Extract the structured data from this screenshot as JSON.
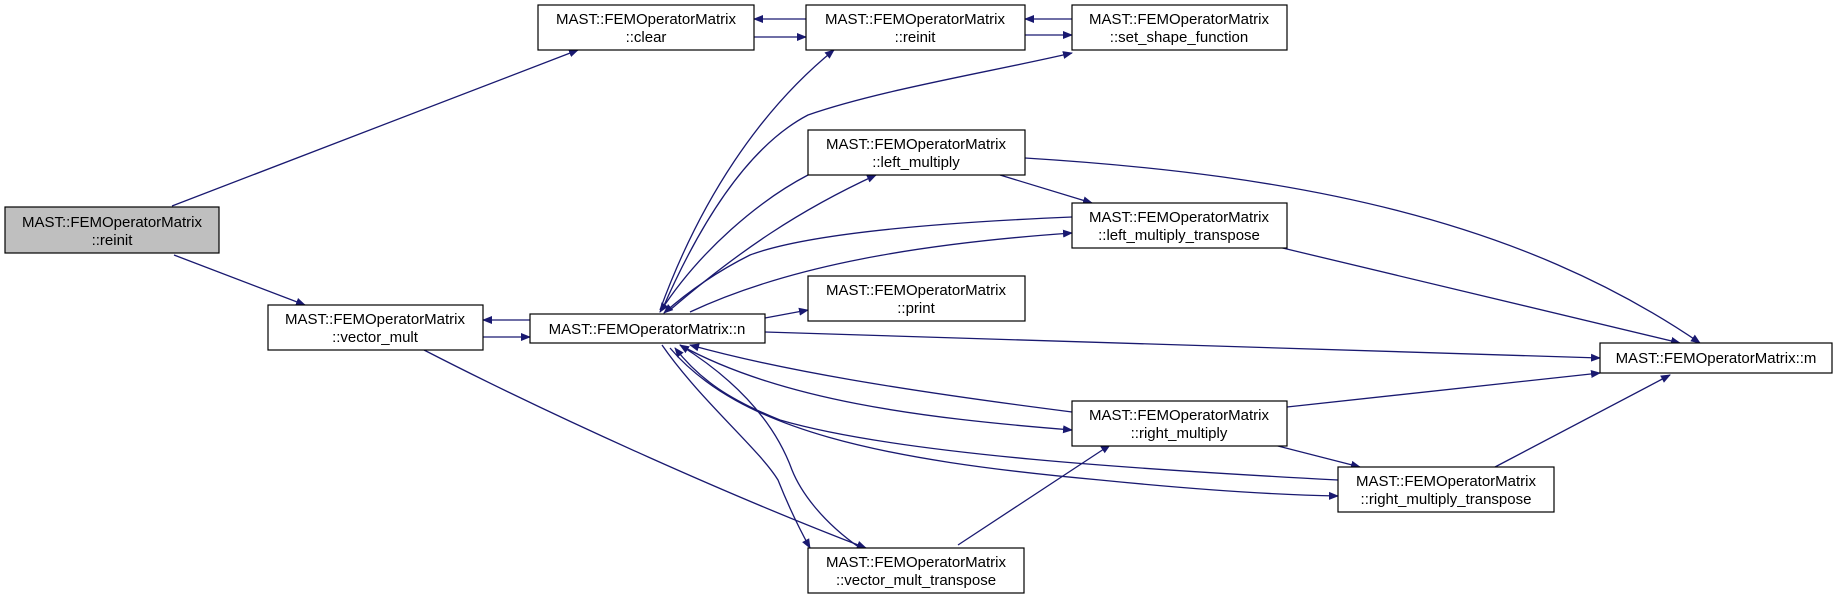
{
  "colors": {
    "edge": "#191970",
    "node_border": "#000000",
    "node_fill": "#ffffff",
    "highlight_fill": "#bfbfbf"
  },
  "nodes": {
    "root_reinit": {
      "line1": "MAST::FEMOperatorMatrix",
      "line2": "::reinit",
      "highlight": true
    },
    "clear": {
      "line1": "MAST::FEMOperatorMatrix",
      "line2": "::clear"
    },
    "reinit": {
      "line1": "MAST::FEMOperatorMatrix",
      "line2": "::reinit"
    },
    "set_shape_function": {
      "line1": "MAST::FEMOperatorMatrix",
      "line2": "::set_shape_function"
    },
    "vector_mult": {
      "line1": "MAST::FEMOperatorMatrix",
      "line2": "::vector_mult"
    },
    "n": {
      "line1": "MAST::FEMOperatorMatrix::n"
    },
    "left_multiply": {
      "line1": "MAST::FEMOperatorMatrix",
      "line2": "::left_multiply"
    },
    "left_multiply_transpose": {
      "line1": "MAST::FEMOperatorMatrix",
      "line2": "::left_multiply_transpose"
    },
    "print": {
      "line1": "MAST::FEMOperatorMatrix",
      "line2": "::print"
    },
    "right_multiply": {
      "line1": "MAST::FEMOperatorMatrix",
      "line2": "::right_multiply"
    },
    "right_multiply_transpose": {
      "line1": "MAST::FEMOperatorMatrix",
      "line2": "::right_multiply_transpose"
    },
    "vector_mult_transpose": {
      "line1": "MAST::FEMOperatorMatrix",
      "line2": "::vector_mult_transpose"
    },
    "m": {
      "line1": "MAST::FEMOperatorMatrix::m"
    }
  },
  "edges": [
    [
      "root_reinit",
      "clear"
    ],
    [
      "root_reinit",
      "vector_mult"
    ],
    [
      "clear",
      "reinit"
    ],
    [
      "reinit",
      "clear"
    ],
    [
      "reinit",
      "set_shape_function"
    ],
    [
      "set_shape_function",
      "reinit"
    ],
    [
      "vector_mult",
      "n"
    ],
    [
      "n",
      "vector_mult"
    ],
    [
      "vector_mult",
      "vector_mult_transpose"
    ],
    [
      "n",
      "reinit"
    ],
    [
      "n",
      "set_shape_function"
    ],
    [
      "n",
      "left_multiply"
    ],
    [
      "left_multiply",
      "n"
    ],
    [
      "n",
      "left_multiply_transpose"
    ],
    [
      "left_multiply_transpose",
      "n"
    ],
    [
      "n",
      "print"
    ],
    [
      "n",
      "m"
    ],
    [
      "n",
      "right_multiply"
    ],
    [
      "right_multiply",
      "n"
    ],
    [
      "n",
      "right_multiply_transpose"
    ],
    [
      "right_multiply_transpose",
      "n"
    ],
    [
      "n",
      "vector_mult_transpose"
    ],
    [
      "vector_mult_transpose",
      "n"
    ],
    [
      "left_multiply",
      "left_multiply_transpose"
    ],
    [
      "left_multiply",
      "m"
    ],
    [
      "left_multiply_transpose",
      "m"
    ],
    [
      "right_multiply",
      "m"
    ],
    [
      "right_multiply",
      "right_multiply_transpose"
    ],
    [
      "right_multiply_transpose",
      "m"
    ],
    [
      "vector_mult_transpose",
      "right_multiply"
    ]
  ]
}
